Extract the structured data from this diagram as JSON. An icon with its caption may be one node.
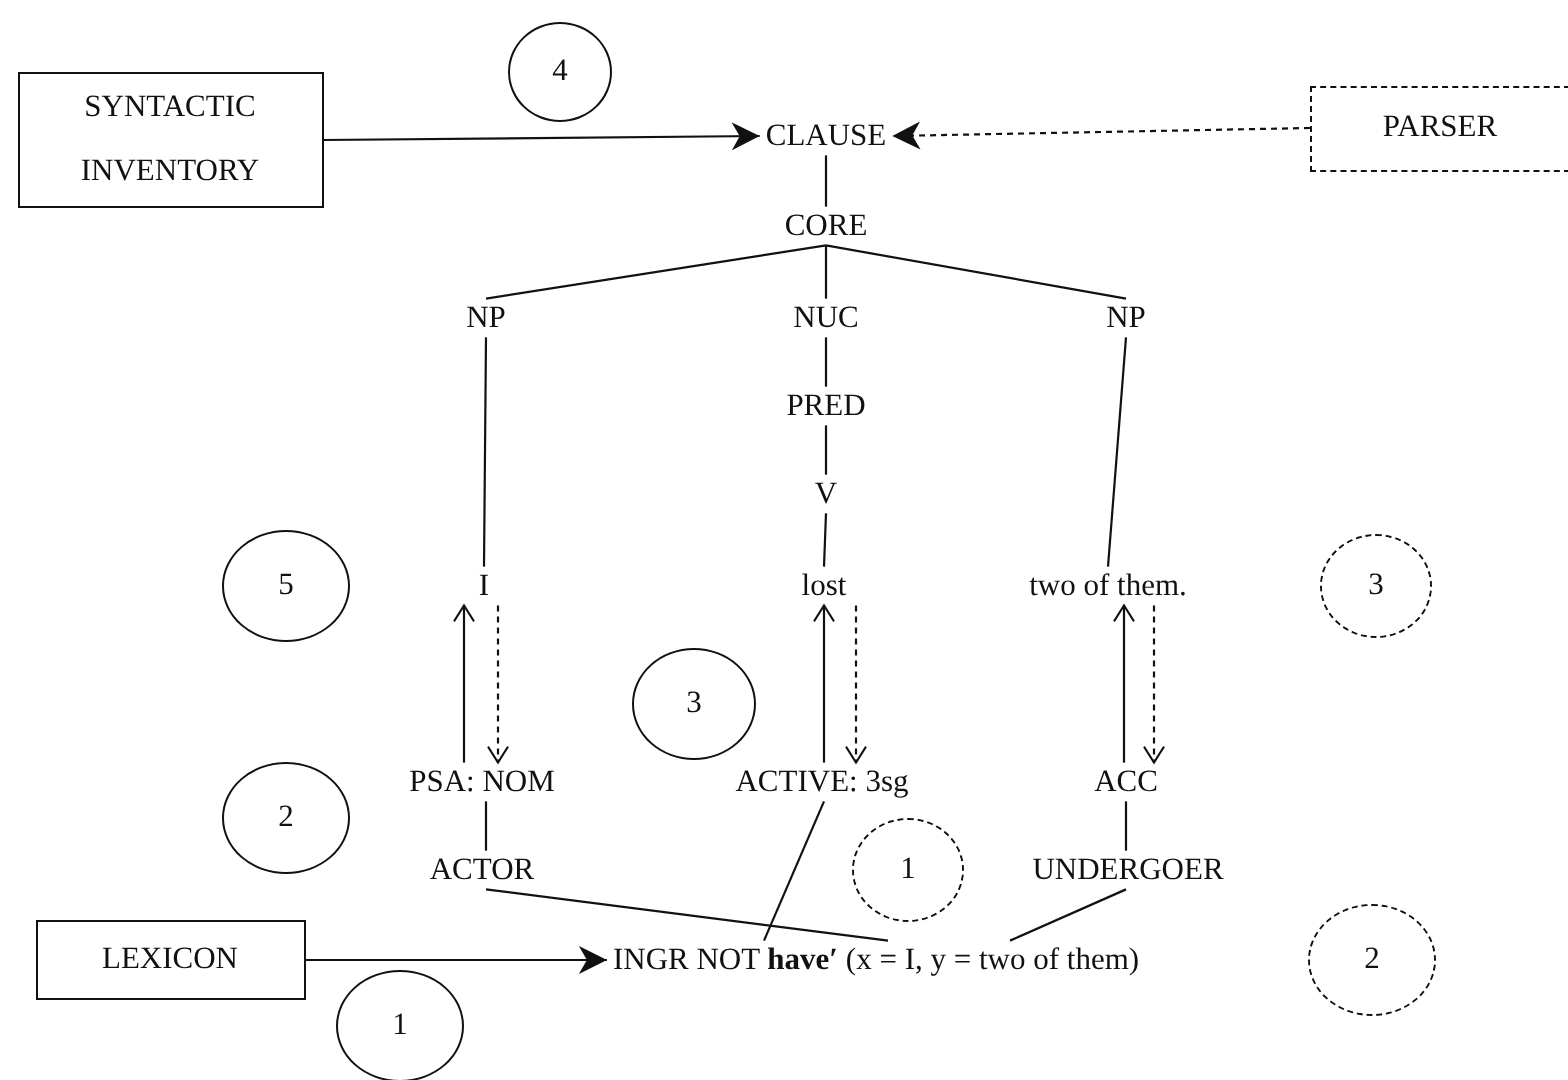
{
  "diagram": {
    "nodes": [
      {
        "text": [
          "SYNTACTIC INVENTORY"
        ]
      },
      {
        "text": [
          "4"
        ]
      },
      {
        "text": [
          "CLAUSE"
        ]
      },
      {
        "text": [
          "PARSER"
        ]
      },
      {
        "text": [
          "CORE"
        ]
      },
      {
        "text": [
          "NP"
        ]
      },
      {
        "text": [
          "NUC"
        ]
      },
      {
        "text": [
          "NP"
        ]
      },
      {
        "text": [
          "PRED"
        ]
      },
      {
        "text": [
          "V"
        ]
      },
      {
        "text": [
          "5"
        ]
      },
      {
        "text": [
          "I"
        ]
      },
      {
        "text": [
          "lost"
        ]
      },
      {
        "text": [
          "two of them."
        ]
      },
      {
        "text": [
          "3"
        ]
      },
      {
        "text": [
          "3"
        ]
      },
      {
        "text": [
          "PSA: NOM"
        ]
      },
      {
        "text": [
          "ACTIVE: 3sg"
        ]
      },
      {
        "text": [
          "ACC"
        ]
      },
      {
        "text": [
          "2"
        ]
      },
      {
        "text": [
          "ACTOR"
        ]
      },
      {
        "text": [
          "1"
        ]
      },
      {
        "text": [
          "UNDERGOER"
        ]
      },
      {
        "text": [
          "LEXICON"
        ]
      },
      {
        "text": [
          "INGR NOT **have′** (x = I, y = two of them)"
        ]
      },
      {
        "text": [
          "2"
        ]
      },
      {
        "text": [
          "1"
        ]
      }
    ],
    "edges": [
      {
        "from": 0,
        "to": 2,
        "arrow": "to"
      },
      {
        "from": 3,
        "to": 2,
        "arrow": "to",
        "style": "dashed"
      },
      {
        "from": 2,
        "to": 4,
        "arrow": "none"
      },
      {
        "from": 4,
        "to": 5,
        "arrow": "none"
      },
      {
        "from": 4,
        "to": 6,
        "arrow": "none"
      },
      {
        "from": 4,
        "to": 7,
        "arrow": "none"
      },
      {
        "from": 5,
        "to": 11,
        "arrow": "none"
      },
      {
        "from": 6,
        "to": 8,
        "arrow": "none"
      },
      {
        "from": 8,
        "to": 9,
        "arrow": "none"
      },
      {
        "from": 9,
        "to": 12,
        "arrow": "none"
      },
      {
        "from": 7,
        "to": 13,
        "arrow": "none"
      },
      {
        "from": 16,
        "to": 11,
        "arrow": "to"
      },
      {
        "from": 11,
        "to": 16,
        "arrow": "to",
        "style": "dashed"
      },
      {
        "from": 17,
        "to": 12,
        "arrow": "to"
      },
      {
        "from": 12,
        "to": 17,
        "arrow": "to",
        "style": "dashed"
      },
      {
        "from": 18,
        "to": 13,
        "arrow": "to"
      },
      {
        "from": 13,
        "to": 18,
        "arrow": "to",
        "style": "dashed"
      },
      {
        "from": 16,
        "to": 20,
        "arrow": "none"
      },
      {
        "from": 18,
        "to": 22,
        "arrow": "none"
      },
      {
        "from": 20,
        "to": 24,
        "arrow": "none"
      },
      {
        "from": 17,
        "to": 24,
        "arrow": "none"
      },
      {
        "from": 22,
        "to": 24,
        "arrow": "none"
      },
      {
        "from": 23,
        "to": 24,
        "arrow": "to"
      }
    ]
  }
}
